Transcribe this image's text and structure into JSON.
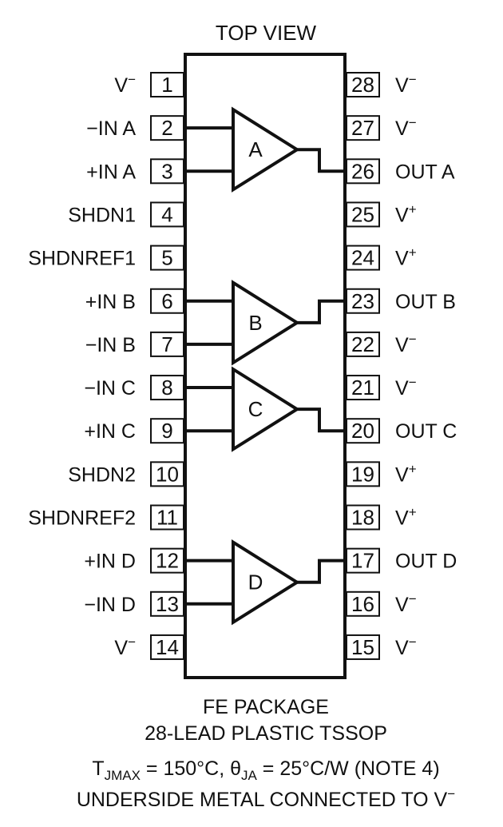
{
  "title": "TOP VIEW",
  "left_pins": [
    {
      "num": "1",
      "label": "V",
      "sup": "−"
    },
    {
      "num": "2",
      "label": "−IN A",
      "sup": ""
    },
    {
      "num": "3",
      "label": "+IN A",
      "sup": ""
    },
    {
      "num": "4",
      "label": "SHDN1",
      "sup": ""
    },
    {
      "num": "5",
      "label": "SHDNREF1",
      "sup": ""
    },
    {
      "num": "6",
      "label": "+IN B",
      "sup": ""
    },
    {
      "num": "7",
      "label": "−IN B",
      "sup": ""
    },
    {
      "num": "8",
      "label": "−IN C",
      "sup": ""
    },
    {
      "num": "9",
      "label": "+IN C",
      "sup": ""
    },
    {
      "num": "10",
      "label": "SHDN2",
      "sup": ""
    },
    {
      "num": "11",
      "label": "SHDNREF2",
      "sup": ""
    },
    {
      "num": "12",
      "label": "+IN D",
      "sup": ""
    },
    {
      "num": "13",
      "label": "−IN D",
      "sup": ""
    },
    {
      "num": "14",
      "label": "V",
      "sup": "−"
    }
  ],
  "right_pins": [
    {
      "num": "28",
      "label": "V",
      "sup": "−"
    },
    {
      "num": "27",
      "label": "V",
      "sup": "−"
    },
    {
      "num": "26",
      "label": "OUT A",
      "sup": ""
    },
    {
      "num": "25",
      "label": "V",
      "sup": "+"
    },
    {
      "num": "24",
      "label": "V",
      "sup": "+"
    },
    {
      "num": "23",
      "label": "OUT B",
      "sup": ""
    },
    {
      "num": "22",
      "label": "V",
      "sup": "−"
    },
    {
      "num": "21",
      "label": "V",
      "sup": "−"
    },
    {
      "num": "20",
      "label": "OUT C",
      "sup": ""
    },
    {
      "num": "19",
      "label": "V",
      "sup": "+"
    },
    {
      "num": "18",
      "label": "V",
      "sup": "+"
    },
    {
      "num": "17",
      "label": "OUT D",
      "sup": ""
    },
    {
      "num": "16",
      "label": "V",
      "sup": "−"
    },
    {
      "num": "15",
      "label": "V",
      "sup": "−"
    }
  ],
  "amplifiers": [
    {
      "name": "A",
      "in_top_pin": 2,
      "in_bot_pin": 3,
      "out_pin": 26
    },
    {
      "name": "B",
      "in_top_pin": 6,
      "in_bot_pin": 7,
      "out_pin": 23
    },
    {
      "name": "C",
      "in_top_pin": 8,
      "in_bot_pin": 9,
      "out_pin": 20
    },
    {
      "name": "D",
      "in_top_pin": 12,
      "in_bot_pin": 13,
      "out_pin": 17
    }
  ],
  "footer": {
    "line1": "FE PACKAGE",
    "line2": "28-LEAD PLASTIC TSSOP",
    "line3": {
      "t": "T",
      "t_sub": "JMAX",
      "t_val": " = 150°C, ",
      "theta": "θ",
      "theta_sub": "JA",
      "theta_val": " = 25°C/W (NOTE 4)"
    },
    "line4": {
      "text": "UNDERSIDE METAL CONNECTED TO V",
      "sup": "−"
    }
  }
}
